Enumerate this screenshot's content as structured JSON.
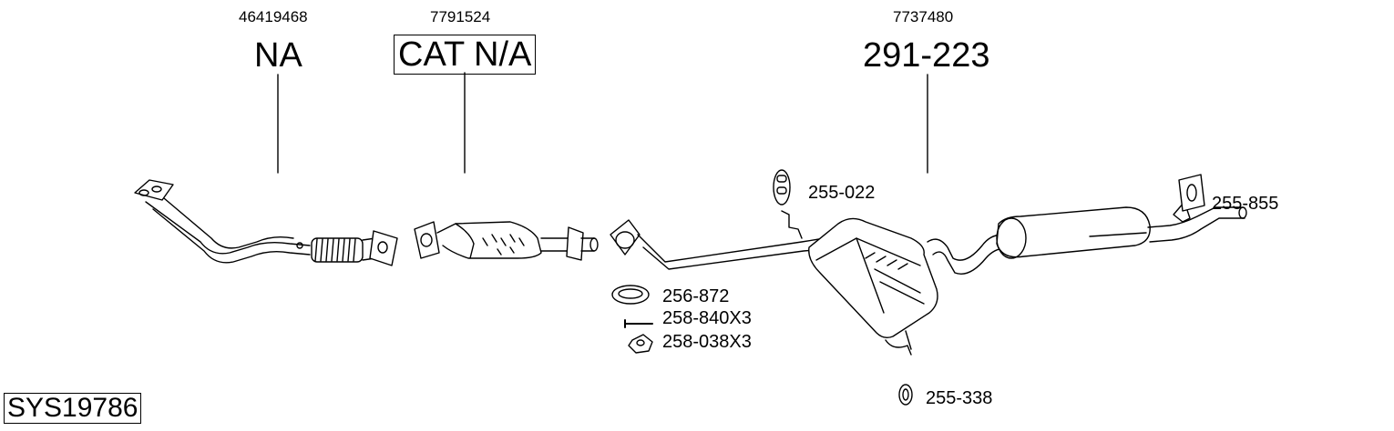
{
  "groups": [
    {
      "oem": "46419468",
      "code": "NA"
    },
    {
      "oem": "7791524",
      "code": "CAT N/A"
    },
    {
      "oem": "7737480",
      "code": "291-223"
    }
  ],
  "parts": [
    "255-022",
    "255-855",
    "256-872",
    "258-840X3",
    "258-038X3",
    "255-338"
  ],
  "system_id": "SYS19786"
}
